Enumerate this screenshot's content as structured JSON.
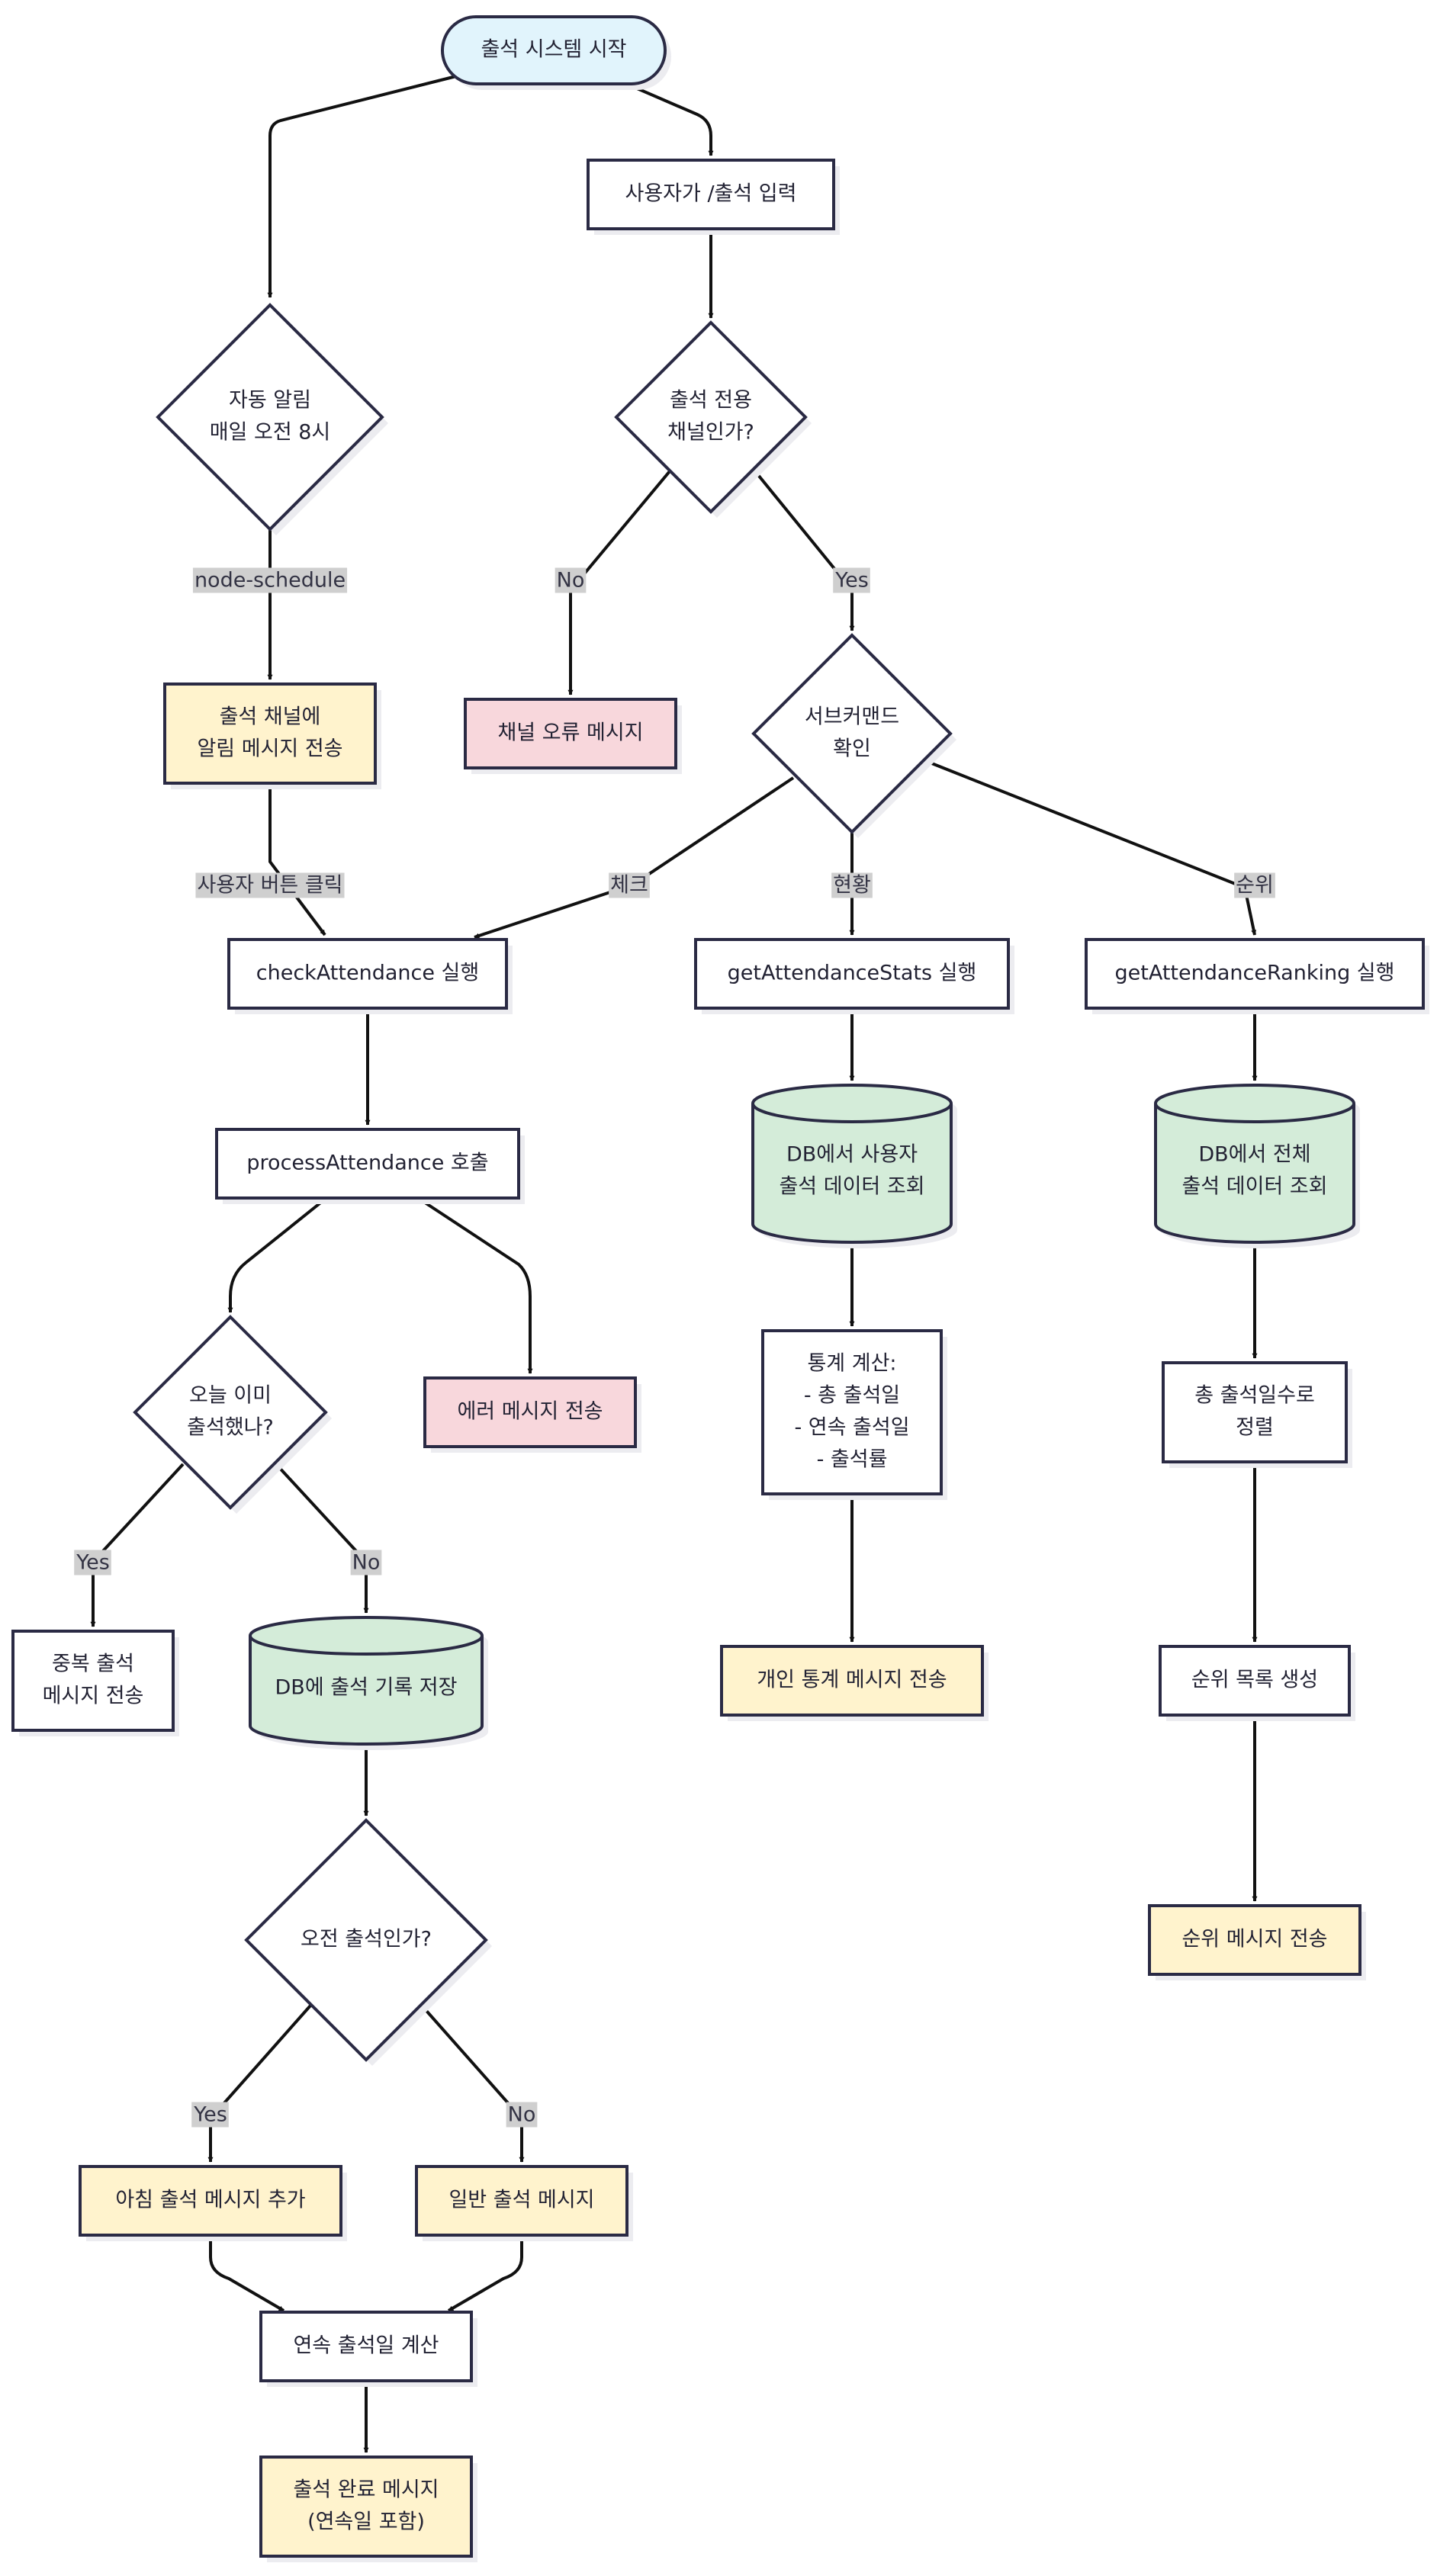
{
  "colors": {
    "start": "#e1f4fc",
    "plain": "#ffffff",
    "error": "#f8d7dc",
    "message": "#fff3cd",
    "database": "#d4ecd9",
    "stroke": "#2a2a44",
    "edge": "#111111"
  },
  "nodes": {
    "start": {
      "lines": [
        "출석 시스템 시작"
      ]
    },
    "user_input": {
      "lines": [
        "사용자가 /출석 입력"
      ]
    },
    "auto_notify": {
      "lines": [
        "자동 알림",
        "매일 오전 8시"
      ]
    },
    "channel_check": {
      "lines": [
        "출석 전용",
        "채널인가?"
      ]
    },
    "send_notify": {
      "lines": [
        "출석 채널에",
        "알림 메시지 전송"
      ]
    },
    "channel_error": {
      "lines": [
        "채널 오류 메시지"
      ]
    },
    "subcommand": {
      "lines": [
        "서브커맨드",
        "확인"
      ]
    },
    "check_attendance": {
      "lines": [
        "checkAttendance 실행"
      ]
    },
    "get_stats": {
      "lines": [
        "getAttendanceStats 실행"
      ]
    },
    "get_ranking": {
      "lines": [
        "getAttendanceRanking 실행"
      ]
    },
    "process_attendance": {
      "lines": [
        "processAttendance 호출"
      ]
    },
    "db_user": {
      "lines": [
        "DB에서 사용자",
        "출석 데이터 조회"
      ]
    },
    "db_all": {
      "lines": [
        "DB에서 전체",
        "출석 데이터 조회"
      ]
    },
    "already_checked": {
      "lines": [
        "오늘 이미",
        "출석했나?"
      ]
    },
    "error_msg": {
      "lines": [
        "에러 메시지 전송"
      ]
    },
    "stats_calc": {
      "lines": [
        "통계 계산:",
        "- 총 출석일",
        "- 연속 출석일",
        "- 출석률"
      ]
    },
    "sort_total": {
      "lines": [
        "총 출석일수로",
        "정렬"
      ]
    },
    "duplicate_msg": {
      "lines": [
        "중복 출석",
        "메시지 전송"
      ]
    },
    "db_save": {
      "lines": [
        "DB에 출석 기록 저장"
      ]
    },
    "personal_stats_msg": {
      "lines": [
        "개인 통계 메시지 전송"
      ]
    },
    "ranking_list": {
      "lines": [
        "순위 목록 생성"
      ]
    },
    "ranking_msg": {
      "lines": [
        "순위 메시지 전송"
      ]
    },
    "morning_check": {
      "lines": [
        "오전 출석인가?"
      ]
    },
    "morning_msg": {
      "lines": [
        "아침 출석 메시지 추가"
      ]
    },
    "normal_msg": {
      "lines": [
        "일반 출석 메시지"
      ]
    },
    "streak_calc": {
      "lines": [
        "연속 출석일 계산"
      ]
    },
    "complete_msg": {
      "lines": [
        "출석 완료 메시지",
        "(연속일 포함)"
      ]
    }
  },
  "edge_labels": {
    "schedule": "node-schedule",
    "channel_no": "No",
    "channel_yes": "Yes",
    "button_click": "사용자 버튼 클릭",
    "sub_check": "체크",
    "sub_status": "현황",
    "sub_rank": "순위",
    "already_yes": "Yes",
    "already_no": "No",
    "morning_yes": "Yes",
    "morning_no": "No"
  }
}
